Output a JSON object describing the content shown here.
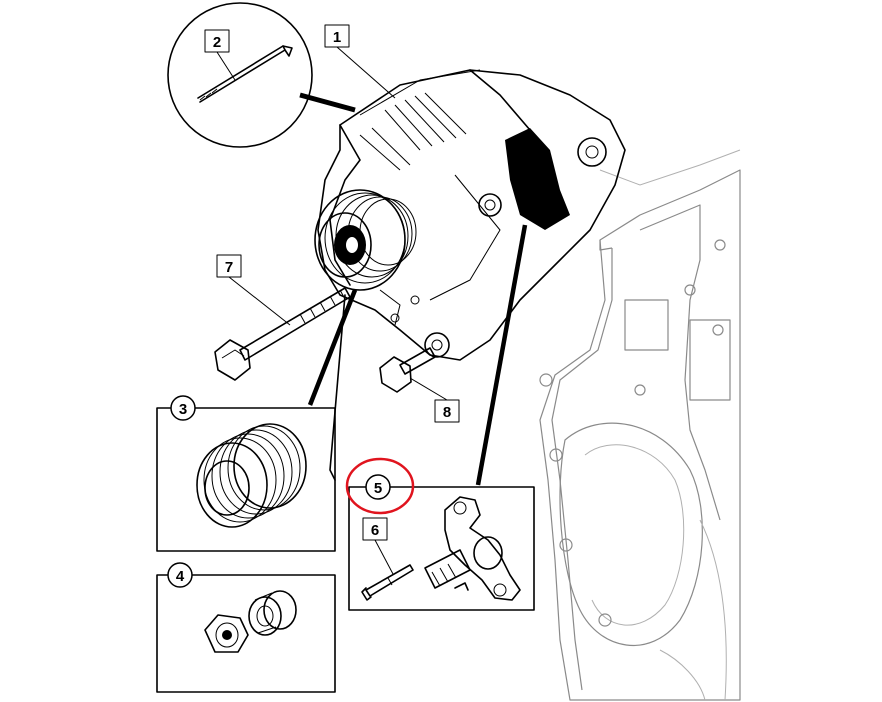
{
  "callouts": [
    {
      "id": "1",
      "label": "1"
    },
    {
      "id": "2",
      "label": "2"
    },
    {
      "id": "3",
      "label": "3"
    },
    {
      "id": "4",
      "label": "4"
    },
    {
      "id": "5",
      "label": "5"
    },
    {
      "id": "6",
      "label": "6"
    },
    {
      "id": "7",
      "label": "7"
    },
    {
      "id": "8",
      "label": "8"
    }
  ],
  "highlight": {
    "target": "5",
    "color": "#e0141e"
  },
  "colors": {
    "ink": "#000000",
    "engine_block": "#8a8a8a",
    "background": "#ffffff"
  }
}
